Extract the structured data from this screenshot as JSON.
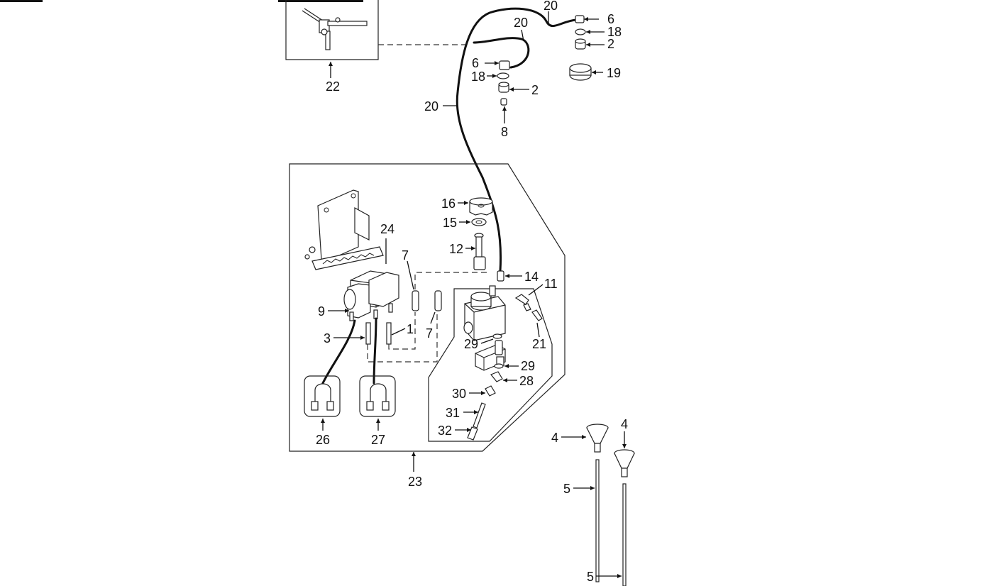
{
  "diagram": {
    "callouts": {
      "c1": "1",
      "c2a": "2",
      "c2b": "2",
      "c3": "3",
      "c4a": "4",
      "c4b": "4",
      "c5a": "5",
      "c5b": "5",
      "c6a": "6",
      "c6b": "6",
      "c7a": "7",
      "c7b": "7",
      "c8": "8",
      "c9": "9",
      "c11": "11",
      "c12": "12",
      "c14": "14",
      "c15": "15",
      "c16": "16",
      "c18a": "18",
      "c18b": "18",
      "c19": "19",
      "c20a": "20",
      "c20b": "20",
      "c20c": "20",
      "c21": "21",
      "c22": "22",
      "c23": "23",
      "c24": "24",
      "c26": "26",
      "c27": "27",
      "c28": "28",
      "c29a": "29",
      "c29b": "29",
      "c30": "30",
      "c31": "31",
      "c32": "32"
    }
  }
}
